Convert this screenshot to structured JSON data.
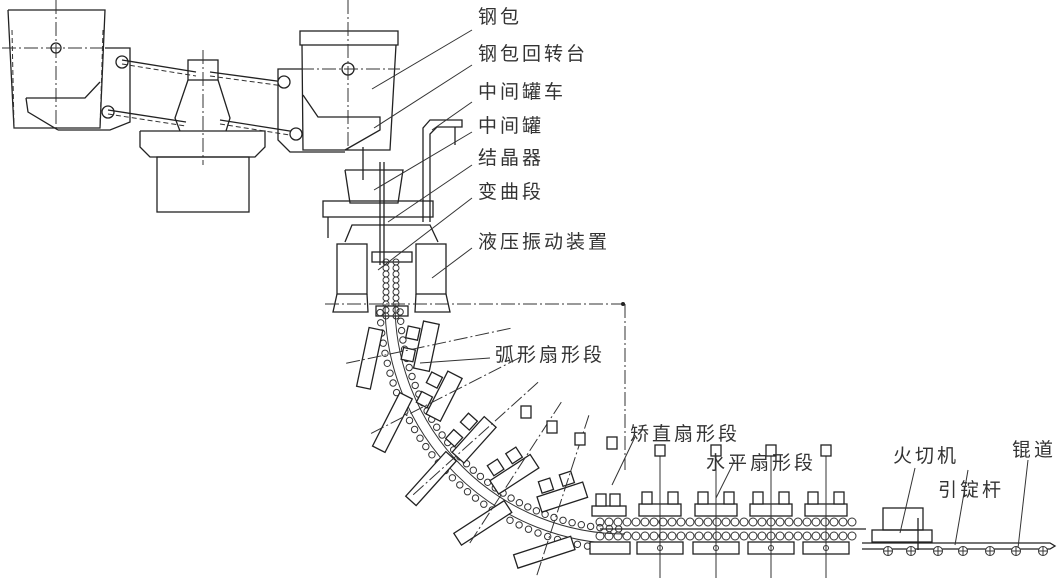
{
  "diagram": {
    "title": "Continuous casting machine schematic",
    "labels": {
      "ladle": "钢包",
      "ladle_turret": "钢包回转台",
      "tundish_car": "中间罐车",
      "tundish": "中间罐",
      "mold": "结晶器",
      "bending_section": "变曲段",
      "hydraulic_oscillator": "液压振动装置",
      "arc_segment": "弧形扇形段",
      "straightening_segment": "矫直扇形段",
      "horizontal_segment": "水平扇形段",
      "torch_cutter": "火切机",
      "dummy_bar": "引锭杆",
      "roller_table": "锟道"
    },
    "colors": {
      "line": "#222222",
      "text": "#333333",
      "background": "#ffffff"
    },
    "counts": {
      "arc_segments": 5,
      "straightening_segments": 1,
      "horizontal_segments": 4,
      "roller_table_rollers": 7
    }
  }
}
